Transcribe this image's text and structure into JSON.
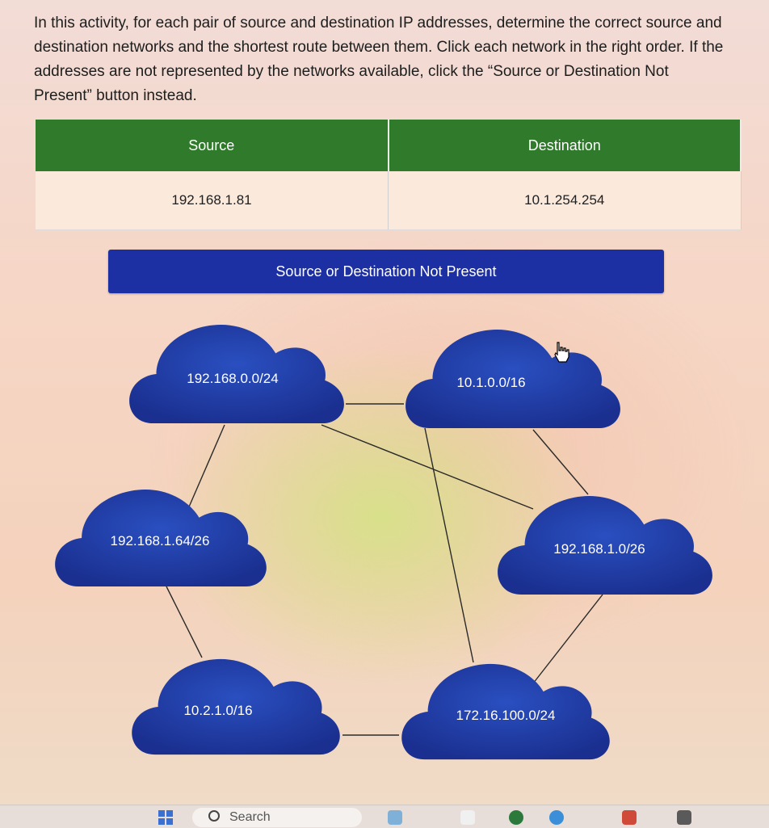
{
  "instructions": "In this activity, for each pair of source and destination IP addresses, determine the correct source and destination networks and the shortest route between them. Click each network in the right order. If the addresses are not represented by the networks available, click the “Source or Destination Not Present” button instead.",
  "table": {
    "source_header": "Source",
    "destination_header": "Destination",
    "source_value": "192.168.1.81",
    "destination_value": "10.1.254.254"
  },
  "not_present_button": "Source or Destination Not Present",
  "networks": {
    "n1": "192.168.0.0/24",
    "n2": "10.1.0.0/16",
    "n3": "192.168.1.64/26",
    "n4": "192.168.1.0/26",
    "n5": "10.2.1.0/16",
    "n6": "172.16.100.0/24"
  },
  "taskbar": {
    "search_placeholder": "Search"
  },
  "colors": {
    "header_green": "#2f7a2b",
    "button_blue": "#1c2fa3",
    "cloud_blue": "#1d3aa6"
  }
}
